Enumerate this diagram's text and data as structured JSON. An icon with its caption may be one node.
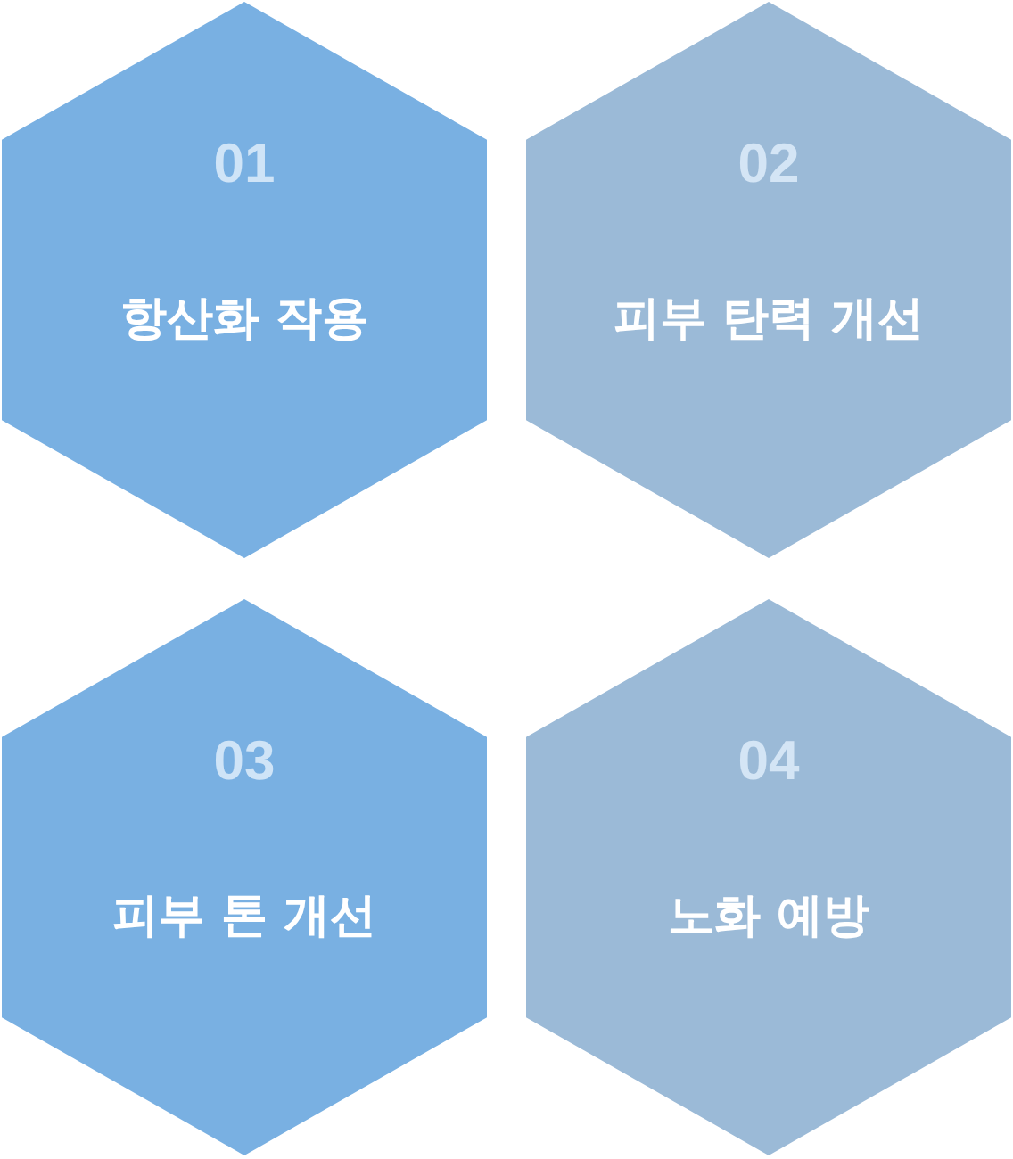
{
  "diagram": {
    "nodes": [
      {
        "text": [
          "01",
          "항산화 작용"
        ]
      },
      {
        "text": [
          "02",
          "피부 탄력 개선"
        ]
      },
      {
        "text": [
          "03",
          "피부 톤 개선"
        ]
      },
      {
        "text": [
          "04",
          "노화 예방"
        ]
      }
    ]
  }
}
